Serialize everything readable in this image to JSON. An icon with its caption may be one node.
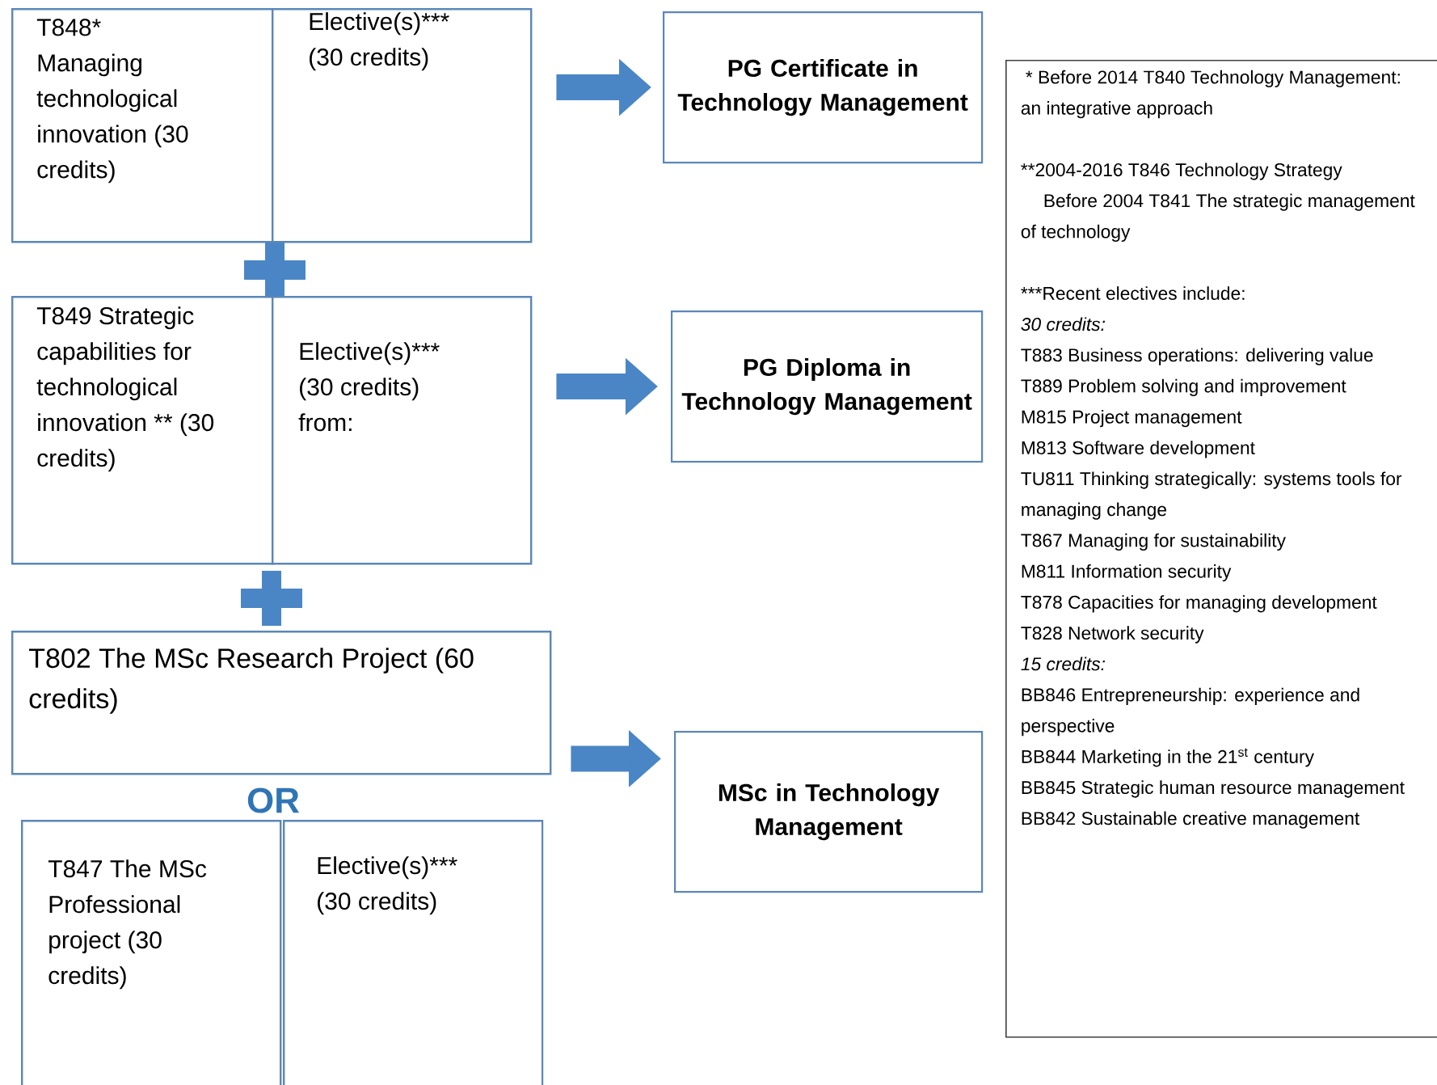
{
  "diagram": {
    "nodes": [
      {
        "text": [
          "T848* Managing technological innovation (30 credits)"
        ]
      },
      {
        "text": [
          "Elective(s)*** (30 credits)"
        ]
      },
      {
        "text": [
          "PG Certificate in Technology Management"
        ]
      },
      {
        "text": [
          "T849 Strategic capabilities for technological innovation ** (30 credits)"
        ]
      },
      {
        "text": [
          "Elective(s)*** (30 credits) from:"
        ]
      },
      {
        "text": [
          "PG Diploma in Technology Management"
        ]
      },
      {
        "text": [
          "T802 The MSc Research Project (60 credits)"
        ]
      },
      {
        "text": [
          "T847 The MSc Professional project (30 credits)"
        ]
      },
      {
        "text": [
          "Elective(s)*** (30 credits)"
        ]
      },
      {
        "text": [
          "MSc in Technology Management"
        ]
      },
      {
        "text": [
          "* Before 2014 T840 Technology Management: an integrative approach",
          "**2004-2016 T846 Technology Strategy",
          "Before 2004 T841 The strategic management of technology",
          "***Recent electives include:",
          "30 credits:",
          "T883 Business operations: delivering value",
          "T889 Problem solving and improvement",
          "M815 Project management",
          "M813 Software development",
          "TU811 Thinking strategically: systems tools for managing change",
          "T867 Managing for sustainability",
          "M811 Information security",
          "T878 Capacities for managing development",
          "T828 Network security",
          "15 credits:",
          "BB846 Entrepreneurship: experience and perspective",
          "BB844 Marketing in the 21$^{st}$ century",
          "BB845 Strategic human resource management",
          "BB842 Sustainable creative management"
        ]
      }
    ],
    "edges": [
      {
        "from": 1,
        "to": 2,
        "arrow": "to"
      },
      {
        "from": 4,
        "to": 5,
        "arrow": "to"
      },
      {
        "from": 6,
        "to": 9,
        "arrow": "to"
      }
    ],
    "labels": [
      "OR"
    ]
  }
}
